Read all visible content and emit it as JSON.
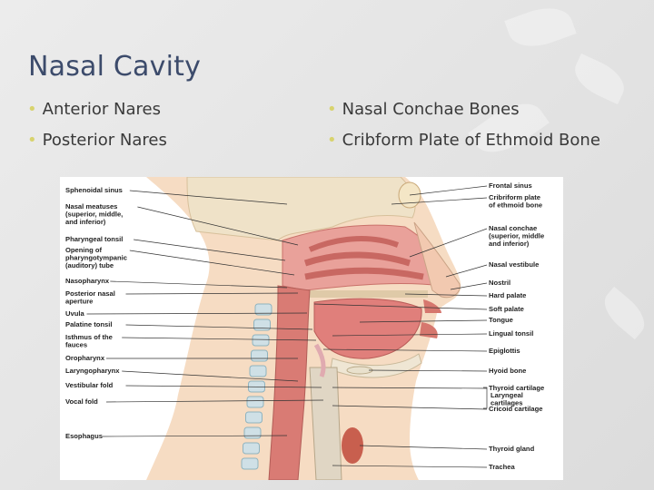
{
  "slide": {
    "title": "Nasal Cavity",
    "bullets_left": [
      "Anterior Nares",
      "Posterior Nares"
    ],
    "bullets_right": [
      "Nasal Conchae Bones",
      "Cribform Plate of Ethmoid Bone"
    ],
    "bullet_color": "#d8d36e",
    "title_color": "#3c4b6b"
  },
  "figure": {
    "labels_left": [
      [
        "Sphenoidal sinus"
      ],
      [
        "Nasal meatuses",
        "(superior, middle,",
        "and inferior)"
      ],
      [
        "Pharyngeal tonsil"
      ],
      [
        "Opening of",
        "pharyngotympanic",
        "(auditory) tube"
      ],
      [
        "Nasopharynx"
      ],
      [
        "Posterior nasal",
        "aperture"
      ],
      [
        "Uvula"
      ],
      [
        "Palatine tonsil"
      ],
      [
        "Isthmus of the",
        "fauces"
      ],
      [
        "Oropharynx"
      ],
      [
        "Laryngopharynx"
      ],
      [
        "Vestibular fold"
      ],
      [
        "Vocal fold"
      ],
      [
        "Esophagus"
      ]
    ],
    "labels_right": [
      [
        "Frontal sinus"
      ],
      [
        "Cribriform plate",
        "of ethmoid bone"
      ],
      [
        "Nasal conchae",
        "(superior, middle",
        "and inferior)"
      ],
      [
        "Nasal vestibule"
      ],
      [
        "Nostril"
      ],
      [
        "Hard palate"
      ],
      [
        "Soft palate"
      ],
      [
        "Tongue"
      ],
      [
        "Lingual tonsil"
      ],
      [
        "Epiglottis"
      ],
      [
        "Hyoid bone"
      ],
      [
        "Thyroid cartilage"
      ],
      [
        "Cricoid cartilage"
      ],
      [
        "Thyroid gland"
      ],
      [
        "Trachea"
      ]
    ],
    "bracket_label": [
      "Laryngeal",
      "cartilages"
    ]
  }
}
